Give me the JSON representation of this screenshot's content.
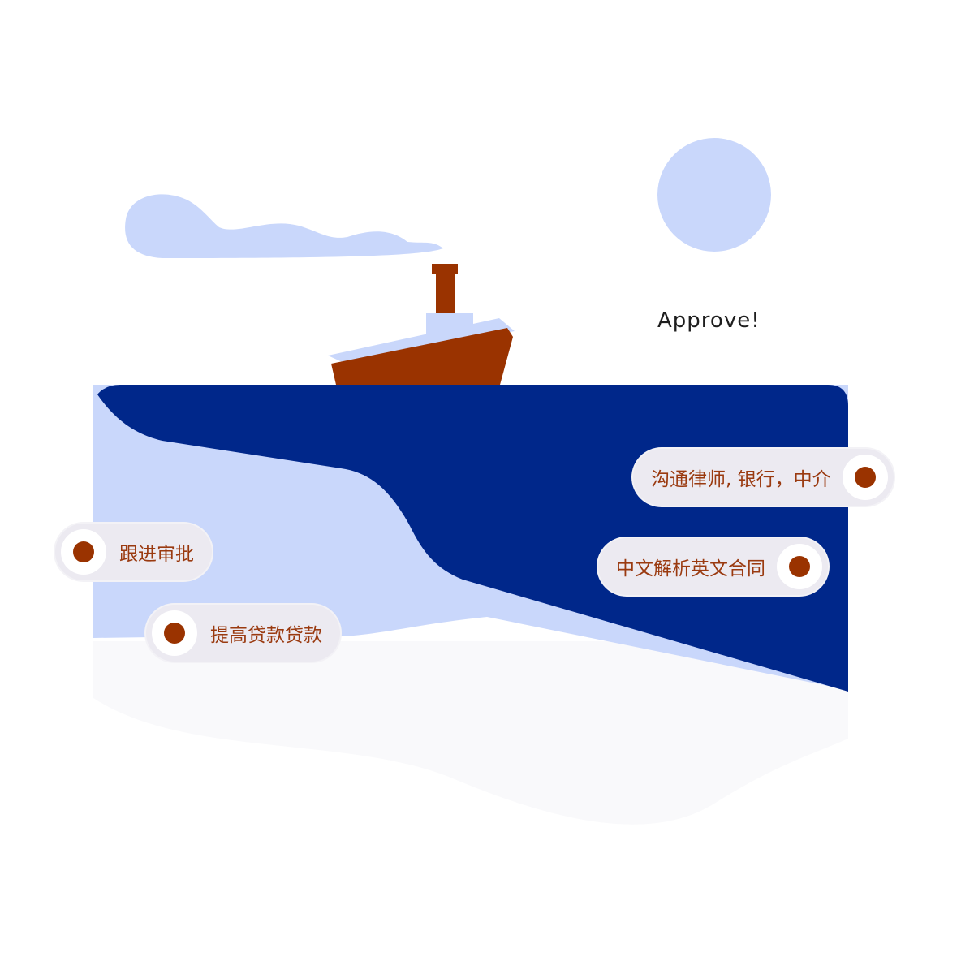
{
  "headline": "Approve!",
  "steps": {
    "s1": "沟通律师, 银行，中介",
    "s2": "中文解析英文合同",
    "s3": "跟进审批",
    "s4": "提高贷款贷款"
  },
  "colors": {
    "navy": "#00278a",
    "light_blue": "#c9d7fb",
    "rust": "#9a3300",
    "pill_bg": "#eceaf1"
  },
  "icons": [
    "cloud-icon",
    "sun-icon",
    "ship-icon"
  ]
}
